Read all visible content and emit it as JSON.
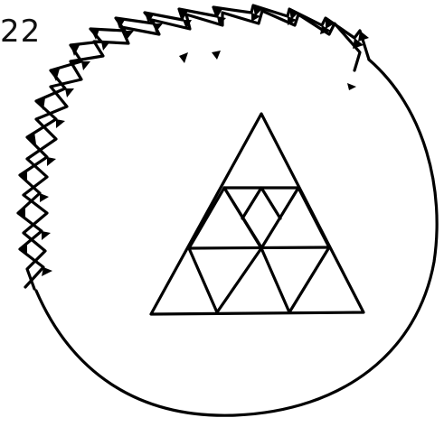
{
  "label": "22",
  "colors": {
    "ink": "#000000",
    "background": "#ffffff"
  },
  "drawing": {
    "outer_shape": "circle",
    "border_pattern": "zigzag-with-arrowheads",
    "inner_shape": "triangle-subdivided",
    "inner_triangle_count": 9
  }
}
